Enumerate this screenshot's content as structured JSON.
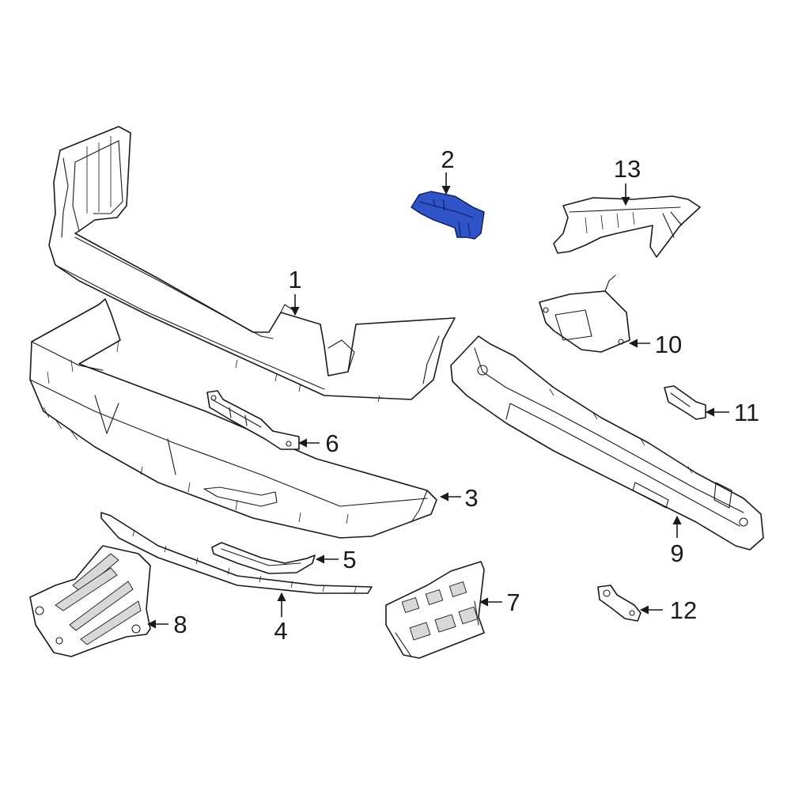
{
  "diagram": {
    "highlight_color": "#2f54c8",
    "line_color": "#1a1a1a",
    "callouts": {
      "c1": "1",
      "c2": "2",
      "c3": "3",
      "c4": "4",
      "c5": "5",
      "c6": "6",
      "c7": "7",
      "c8": "8",
      "c9": "9",
      "c10": "10",
      "c11": "11",
      "c12": "12",
      "c13": "13"
    },
    "highlighted_part": "2"
  }
}
